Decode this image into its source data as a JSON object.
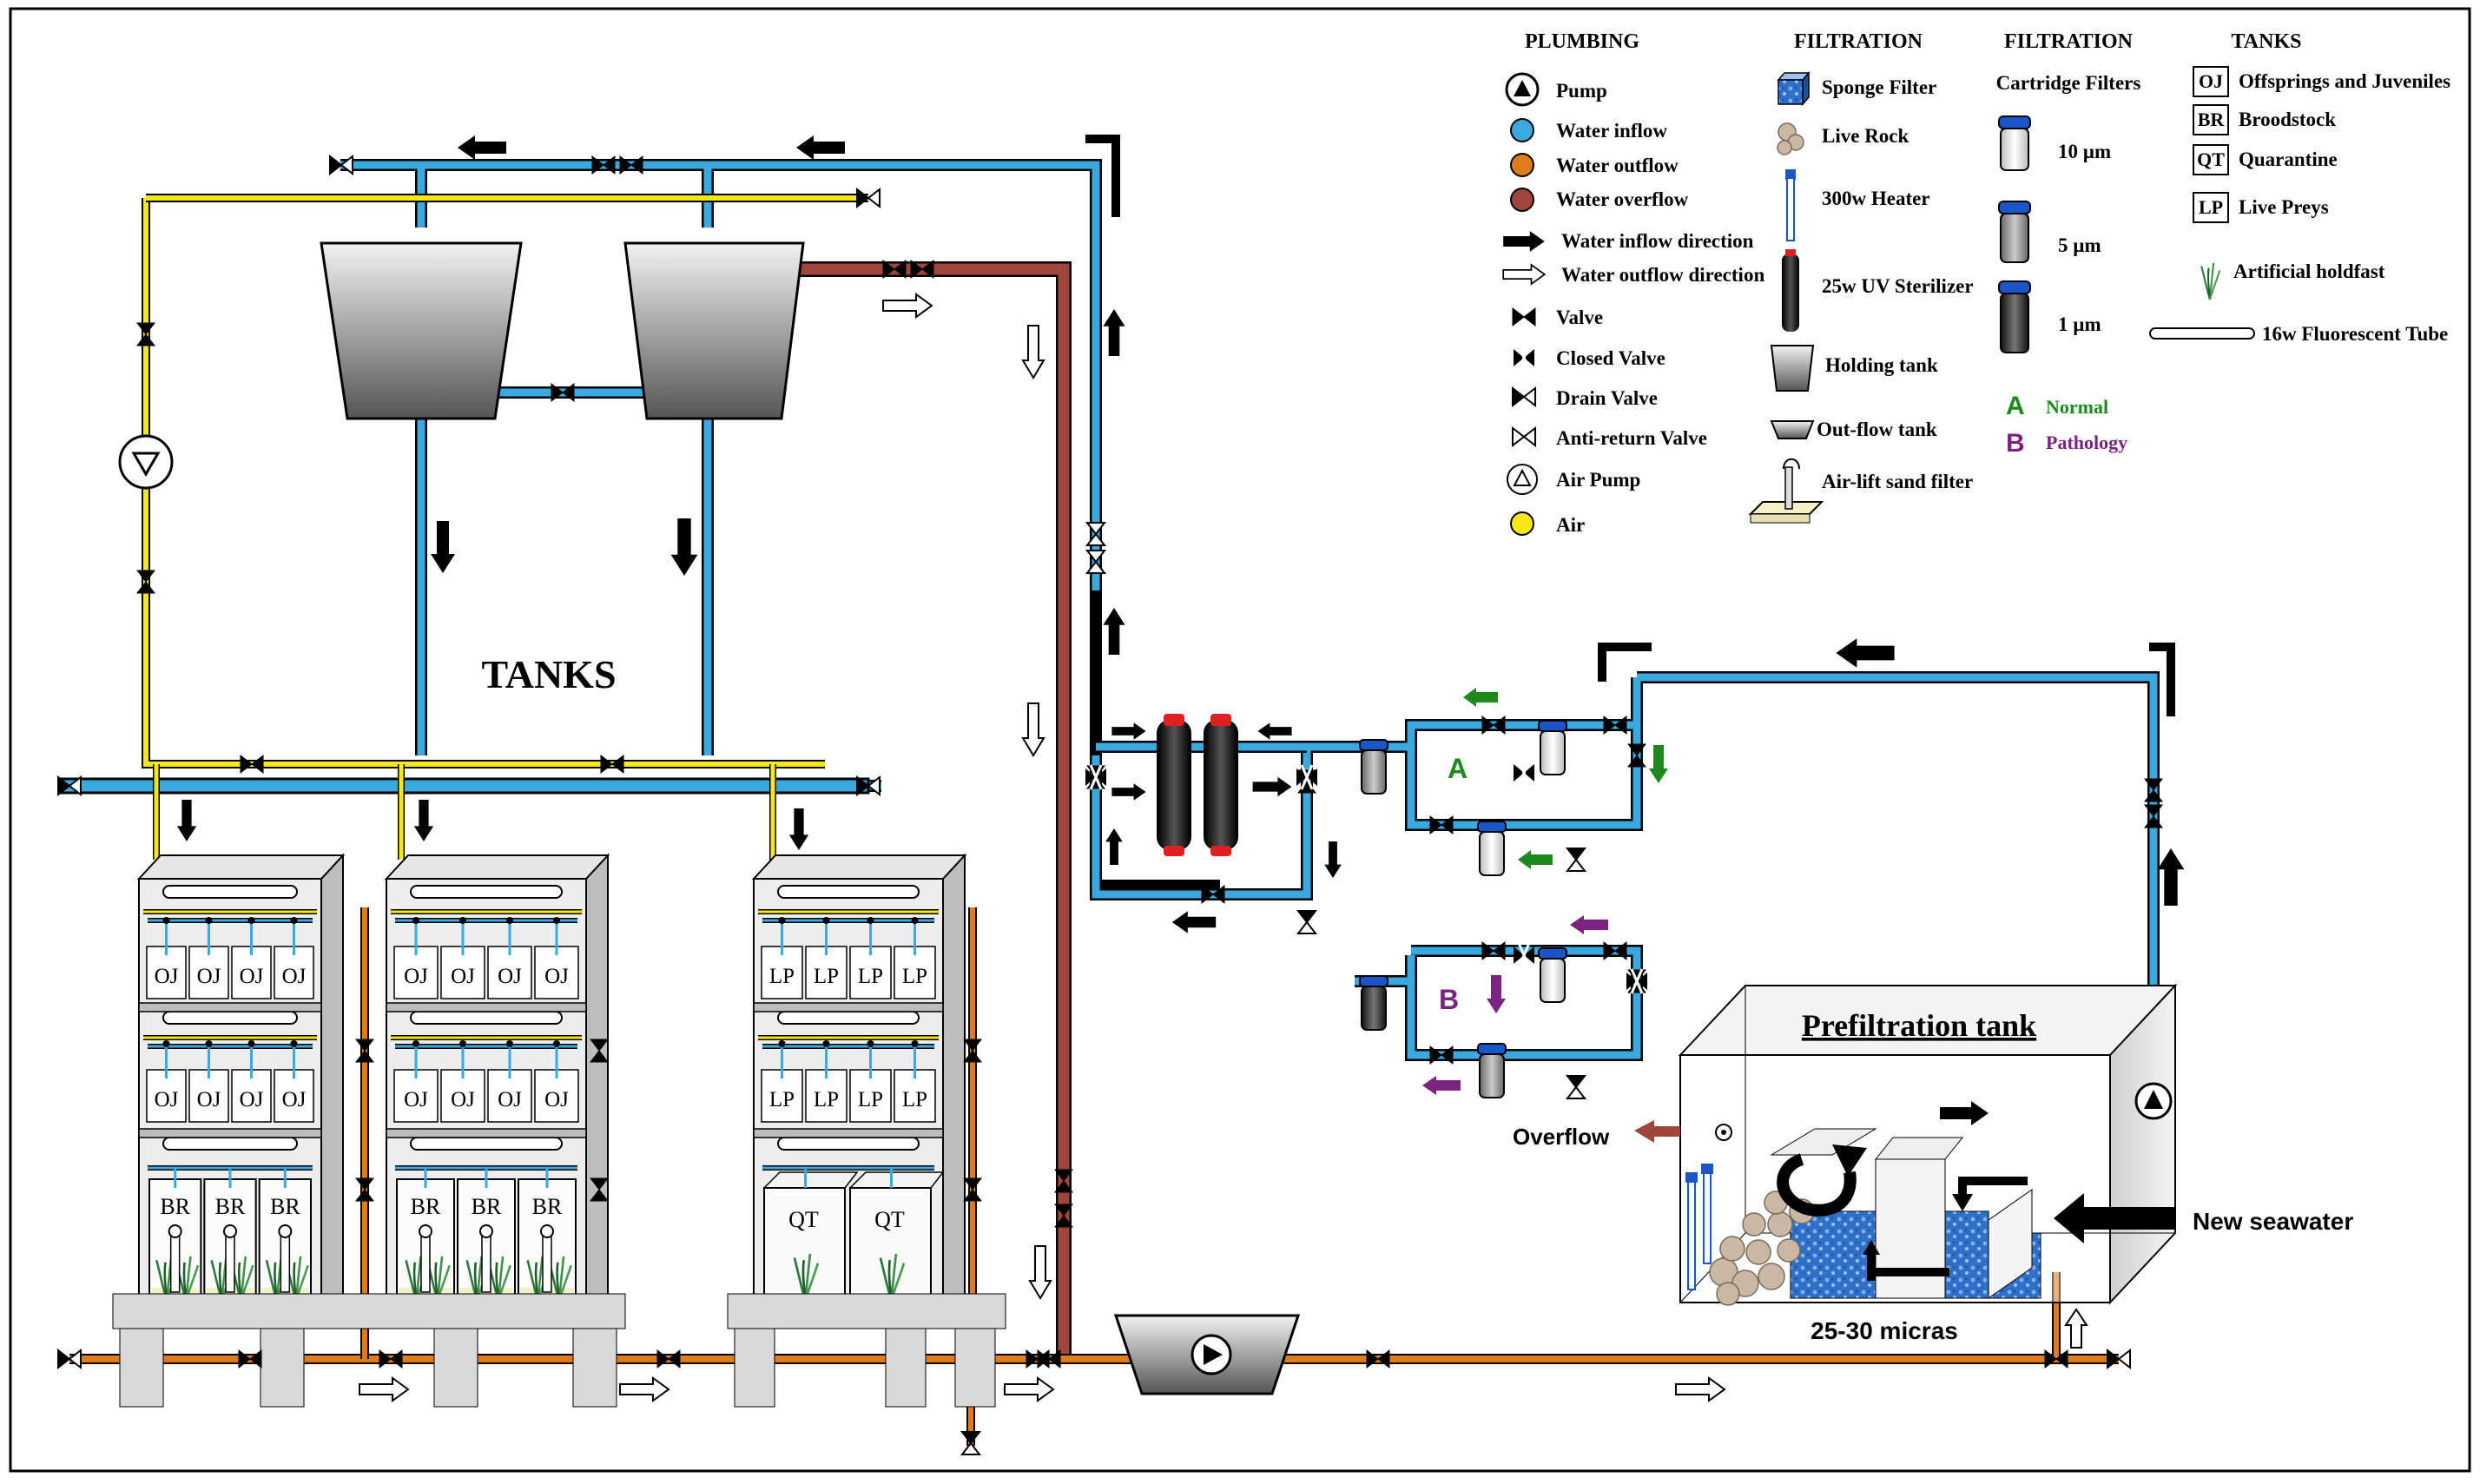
{
  "labels": {
    "tanks_title": "TANKS",
    "prefiltration": "Prefiltration tank",
    "new_seawater": "New seawater",
    "overflow": "Overflow",
    "micras": "25-30 micras",
    "filter_a": "A",
    "filter_b": "B"
  },
  "tank_codes": {
    "oj": "OJ",
    "lp": "LP",
    "br": "BR",
    "qt": "QT"
  },
  "legend": {
    "plumbing": {
      "heading": "PLUMBING",
      "items": [
        "Pump",
        "Water inflow",
        "Water outflow",
        "Water overflow",
        "Water inflow direction",
        "Water outflow direction",
        "Valve",
        "Closed Valve",
        "Drain Valve",
        "Anti-return Valve",
        "Air Pump",
        "Air"
      ]
    },
    "filtration": {
      "heading": "FILTRATION",
      "items": [
        "Sponge Filter",
        "Live Rock",
        "300w Heater",
        "25w UV Sterilizer",
        "Holding tank",
        "Out-flow tank",
        "Air-lift sand filter"
      ]
    },
    "cartridge": {
      "heading": "FILTRATION",
      "subheading": "Cartridge Filters",
      "sizes": [
        "10 µm",
        "5 µm",
        "1 µm"
      ],
      "a_label": "Normal",
      "b_label": "Pathology"
    },
    "tanks": {
      "heading": "TANKS",
      "items": [
        {
          "code": "OJ",
          "label": "Offsprings and Juveniles"
        },
        {
          "code": "BR",
          "label": "Broodstock"
        },
        {
          "code": "QT",
          "label": "Quarantine"
        },
        {
          "code": "LP",
          "label": "Live Preys"
        }
      ],
      "holdfast": "Artificial holdfast",
      "tube": "16w Fluorescent Tube"
    }
  },
  "colors": {
    "inflow": "#3aa9e0",
    "outflow": "#e07b1a",
    "overflow": "#a0453c",
    "air": "#f5e61a",
    "green": "#1e8a1e",
    "purple": "#7a2380"
  }
}
